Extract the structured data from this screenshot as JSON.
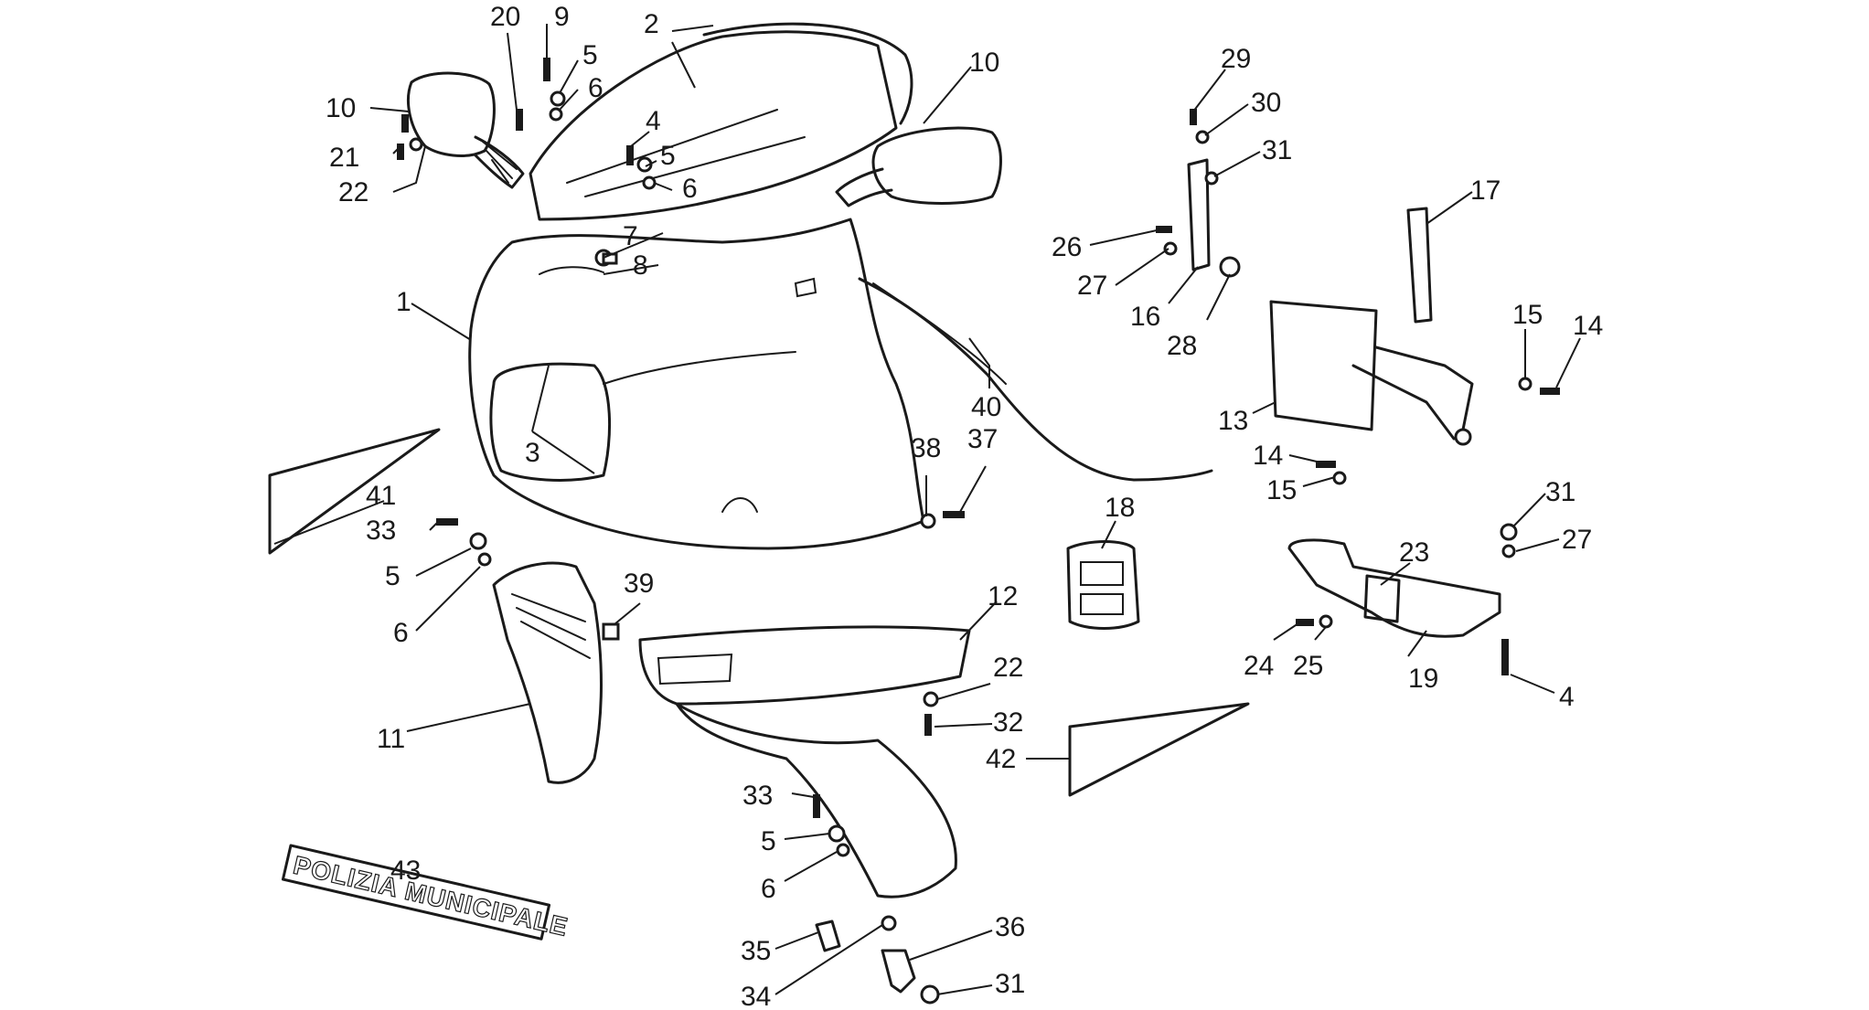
{
  "diagram": {
    "style": "exploded parts line drawing",
    "line_color": "#1a1a1a",
    "background": "#ffffff",
    "decal_text": "POLIZIA MUNICIPALE",
    "callouts": [
      {
        "id": "c-20",
        "label": "20"
      },
      {
        "id": "c-9",
        "label": "9"
      },
      {
        "id": "c-2",
        "label": "2"
      },
      {
        "id": "c-5a",
        "label": "5"
      },
      {
        "id": "c-6a",
        "label": "6"
      },
      {
        "id": "c-10a",
        "label": "10"
      },
      {
        "id": "c-10b",
        "label": "10"
      },
      {
        "id": "c-21",
        "label": "21"
      },
      {
        "id": "c-4a",
        "label": "4"
      },
      {
        "id": "c-5b",
        "label": "5"
      },
      {
        "id": "c-6b",
        "label": "6"
      },
      {
        "id": "c-22a",
        "label": "22"
      },
      {
        "id": "c-7",
        "label": "7"
      },
      {
        "id": "c-8",
        "label": "8"
      },
      {
        "id": "c-1",
        "label": "1"
      },
      {
        "id": "c-3",
        "label": "3"
      },
      {
        "id": "c-41",
        "label": "41"
      },
      {
        "id": "c-33a",
        "label": "33"
      },
      {
        "id": "c-5c",
        "label": "5"
      },
      {
        "id": "c-6c",
        "label": "6"
      },
      {
        "id": "c-39",
        "label": "39"
      },
      {
        "id": "c-11",
        "label": "11"
      },
      {
        "id": "c-40",
        "label": "40"
      },
      {
        "id": "c-38",
        "label": "38"
      },
      {
        "id": "c-37",
        "label": "37"
      },
      {
        "id": "c-12",
        "label": "12"
      },
      {
        "id": "c-22b",
        "label": "22"
      },
      {
        "id": "c-32",
        "label": "32"
      },
      {
        "id": "c-42",
        "label": "42"
      },
      {
        "id": "c-18",
        "label": "18"
      },
      {
        "id": "c-33b",
        "label": "33"
      },
      {
        "id": "c-5d",
        "label": "5"
      },
      {
        "id": "c-6d",
        "label": "6"
      },
      {
        "id": "c-43",
        "label": "43"
      },
      {
        "id": "c-35",
        "label": "35"
      },
      {
        "id": "c-34",
        "label": "34"
      },
      {
        "id": "c-36",
        "label": "36"
      },
      {
        "id": "c-31a",
        "label": "31"
      },
      {
        "id": "c-29",
        "label": "29"
      },
      {
        "id": "c-30",
        "label": "30"
      },
      {
        "id": "c-31b",
        "label": "31"
      },
      {
        "id": "c-26",
        "label": "26"
      },
      {
        "id": "c-27a",
        "label": "27"
      },
      {
        "id": "c-16",
        "label": "16"
      },
      {
        "id": "c-28",
        "label": "28"
      },
      {
        "id": "c-17",
        "label": "17"
      },
      {
        "id": "c-15a",
        "label": "15"
      },
      {
        "id": "c-14a",
        "label": "14"
      },
      {
        "id": "c-13",
        "label": "13"
      },
      {
        "id": "c-14b",
        "label": "14"
      },
      {
        "id": "c-15b",
        "label": "15"
      },
      {
        "id": "c-31c",
        "label": "31"
      },
      {
        "id": "c-27b",
        "label": "27"
      },
      {
        "id": "c-23",
        "label": "23"
      },
      {
        "id": "c-24",
        "label": "24"
      },
      {
        "id": "c-25",
        "label": "25"
      },
      {
        "id": "c-19",
        "label": "19"
      },
      {
        "id": "c-4b",
        "label": "4"
      }
    ]
  }
}
